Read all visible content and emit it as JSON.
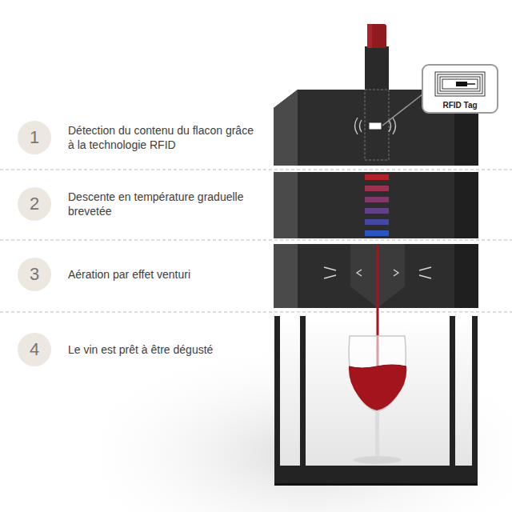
{
  "diagram": {
    "nodes": [
      {
        "text": [
          "1",
          "Détection du contenu du flacon grâce à la technologie RFID"
        ]
      },
      {
        "text": [
          "2",
          "Descente en température graduelle brevetée"
        ]
      },
      {
        "text": [
          "3",
          "Aération par effet venturi"
        ]
      },
      {
        "text": [
          "4",
          "Le vin est prêt à être dégusté"
        ]
      },
      {
        "text": [
          "RFID Tag"
        ]
      }
    ]
  }
}
